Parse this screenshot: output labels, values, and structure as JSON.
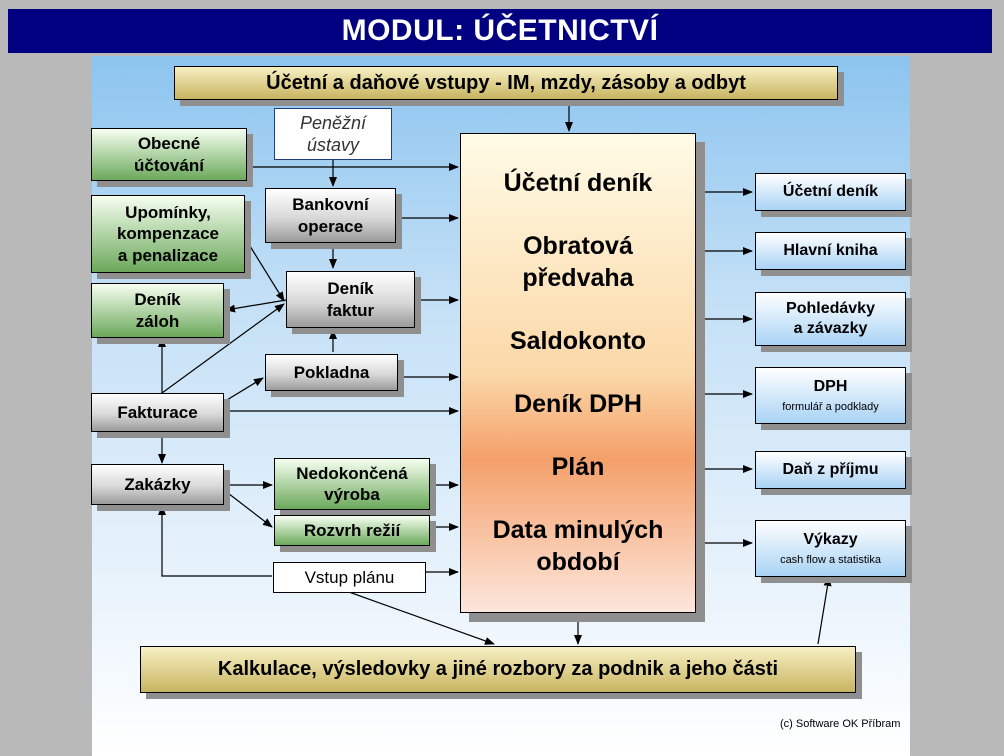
{
  "title": "MODUL:  ÚČETNICTVÍ",
  "top_input": "Účetní a daňové vstupy - IM, mzdy, zásoby a odbyt",
  "bottom_output": "Kalkulace, výsledovky a jiné rozbory za podnik a jeho části",
  "left_boxes": {
    "obecne_uctovani": [
      "Obecné",
      "účtování"
    ],
    "upominky": [
      "Upomínky,",
      "kompenzace",
      "a penalizace"
    ],
    "denik_zaloh": [
      "Deník",
      "záloh"
    ],
    "fakturace": "Fakturace",
    "zakazky": "Zakázky"
  },
  "middle_boxes": {
    "penezni_ustavy": [
      "Peněžní",
      "ústavy"
    ],
    "bankovni_operace": [
      "Bankovní",
      "operace"
    ],
    "denik_faktur": [
      "Deník",
      "faktur"
    ],
    "pokladna": "Pokladna",
    "nedokoncena_vyroba": [
      "Nedokončená",
      "výroba"
    ],
    "rozvrh_rezii": "Rozvrh režií",
    "vstup_planu": "Vstup plánu"
  },
  "center_items": [
    "Účetní deník",
    "Obratová předvaha",
    "Saldokonto",
    "Deník DPH",
    "Plán",
    "Data minulých období"
  ],
  "outputs": {
    "ucetni_denik": "Účetní deník",
    "hlavni_kniha": "Hlavní kniha",
    "pohledavky": [
      "Pohledávky",
      "a závazky"
    ],
    "dph": "DPH",
    "dph_sub": "formulář a podklady",
    "dan_z_prijmu": "Daň z příjmu",
    "vykazy": "Výkazy",
    "vykazy_sub": "cash flow a statistika"
  },
  "copyright": "(c) Software OK Příbram",
  "colors": {
    "title_bar": "#000080",
    "green_box": "#6ba85b",
    "blue_box": "#a9d3f5",
    "gold_box": "#c8b460",
    "center_box": "#f4a06a"
  }
}
